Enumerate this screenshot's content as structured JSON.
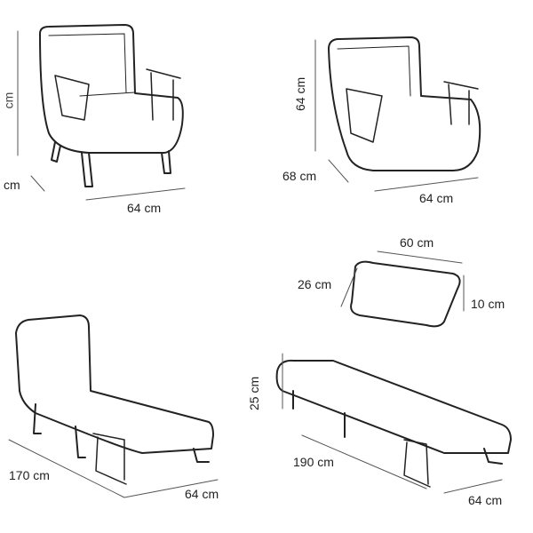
{
  "views": [
    {
      "name": "chair-front",
      "labels": {
        "height": "cm",
        "depth": "cm",
        "width": "64 cm"
      }
    },
    {
      "name": "chair-angle",
      "labels": {
        "height": "64 cm",
        "depth": "68 cm",
        "width": "64 cm"
      }
    },
    {
      "name": "pillow",
      "labels": {
        "length": "60 cm",
        "width": "26 cm",
        "thickness": "10 cm"
      }
    },
    {
      "name": "lounger",
      "labels": {
        "length": "170 cm",
        "width": "64 cm"
      }
    },
    {
      "name": "bed",
      "labels": {
        "height": "25 cm",
        "length": "190 cm",
        "width": "64 cm"
      }
    }
  ]
}
